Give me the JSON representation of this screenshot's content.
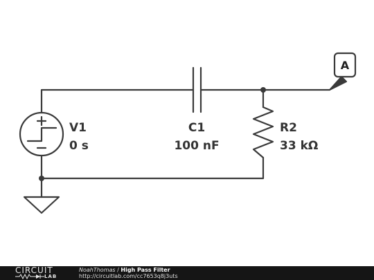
{
  "circuit": {
    "source": {
      "name": "V1",
      "value": "0 s"
    },
    "capacitor": {
      "name": "C1",
      "value": "100 nF"
    },
    "resistor": {
      "name": "R2",
      "value": "33 kΩ"
    },
    "probe": {
      "label": "A"
    }
  },
  "footer": {
    "logo_top": "CIRCUIT",
    "logo_bottom": "LAB",
    "author": "NoahThomas",
    "separator": "/",
    "title": "High Pass Filter",
    "url": "http://circuitlab.com/cc7653q8j3uts"
  }
}
